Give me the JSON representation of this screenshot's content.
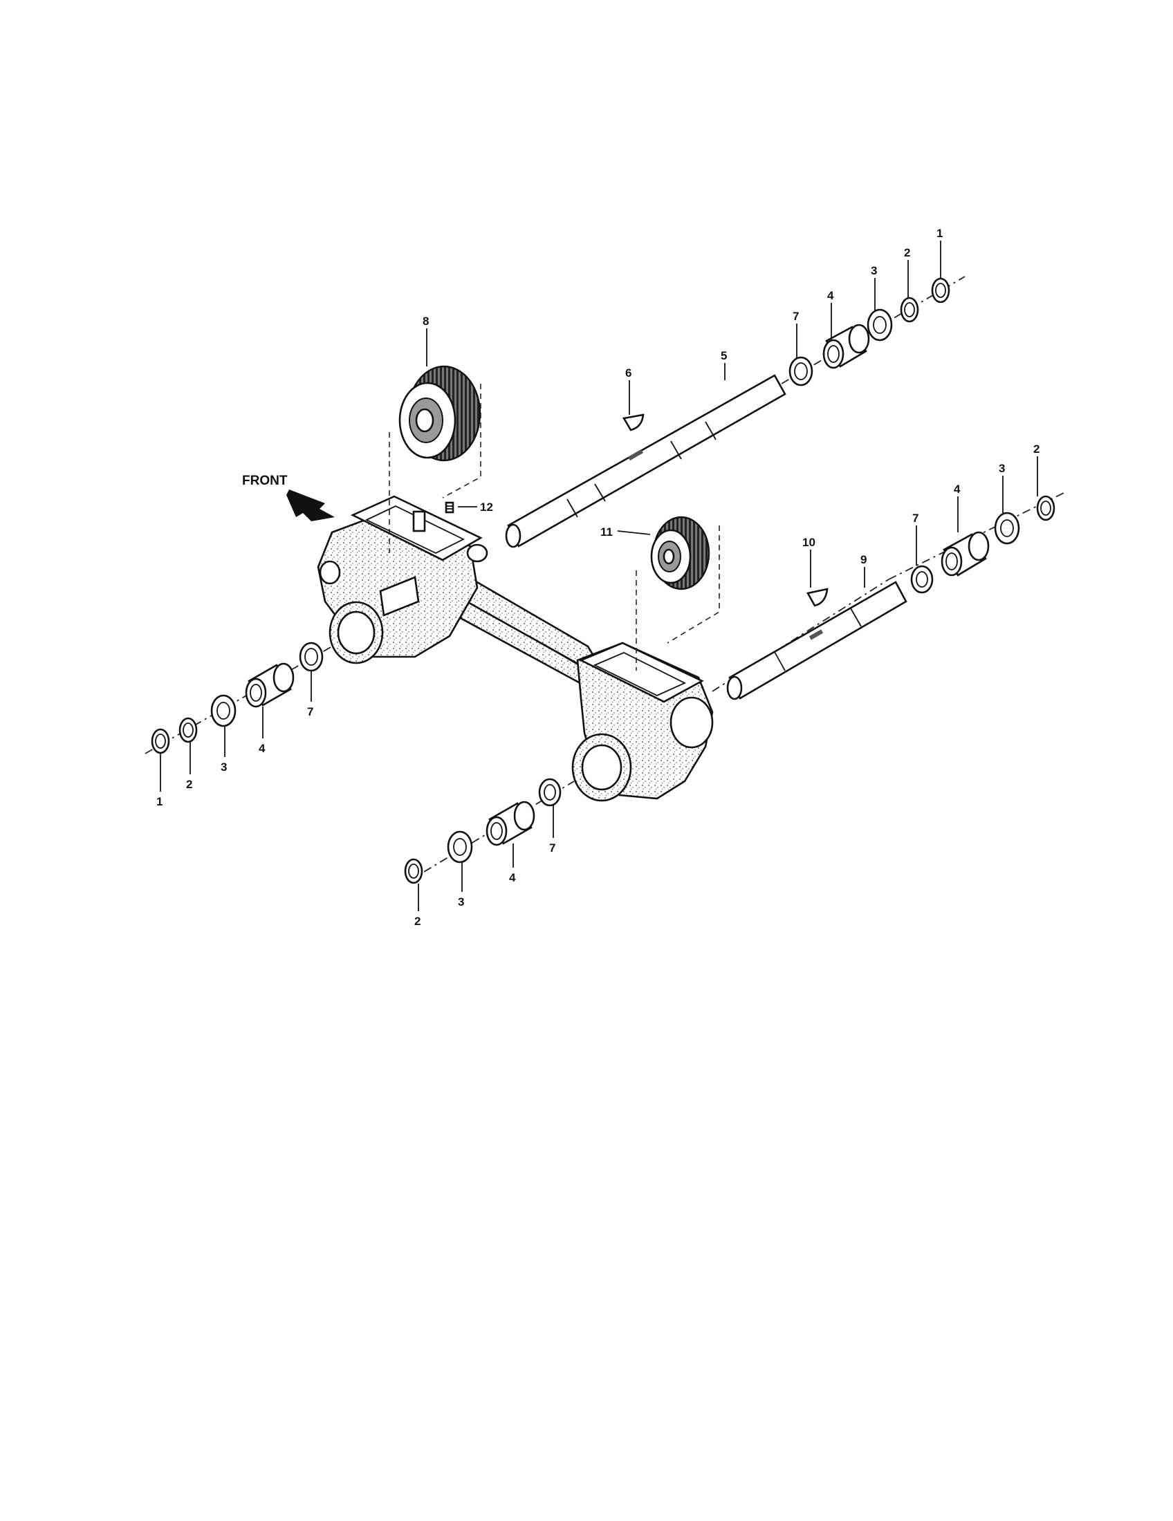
{
  "diagram": {
    "direction_label": "FRONT",
    "callouts": {
      "c1a": "1",
      "c2a": "2",
      "c3a": "3",
      "c4a": "4",
      "c7a": "7",
      "c8": "8",
      "c6": "6",
      "c5": "5",
      "c12": "12",
      "c1b": "1",
      "c2b": "2",
      "c3b": "3",
      "c4b": "4",
      "c7b": "7",
      "c2c": "2",
      "c3c": "3",
      "c4c": "4",
      "c7c": "7",
      "c11": "11",
      "c10": "10",
      "c9": "9",
      "c2d": "2",
      "c3d": "3",
      "c4d": "4",
      "c7d": "7"
    }
  }
}
